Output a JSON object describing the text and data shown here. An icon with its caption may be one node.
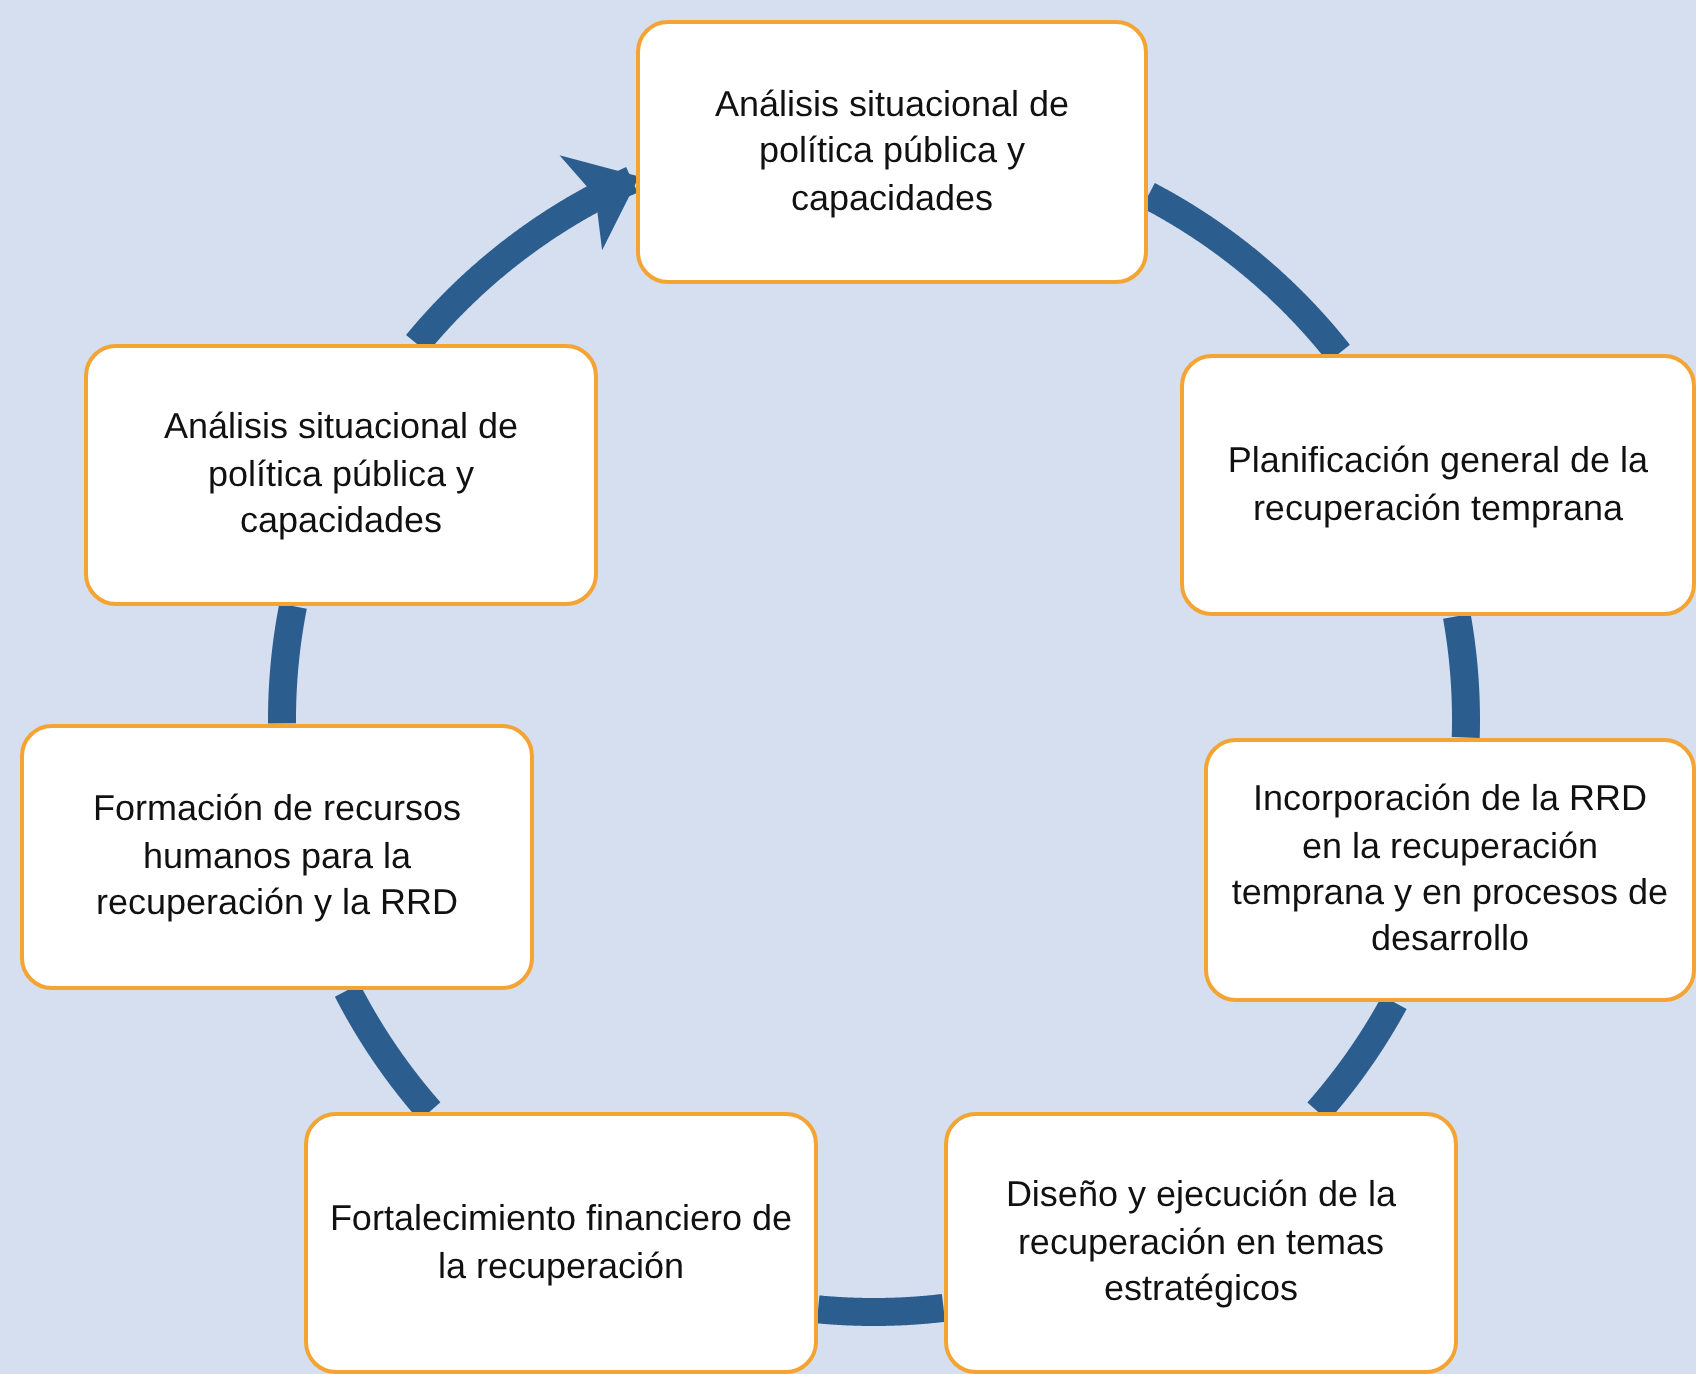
{
  "diagram": {
    "nodes": [
      {
        "text": [
          "Análisis situacional de política pública y capacidades"
        ]
      },
      {
        "text": [
          "Análisis situacional de política pública y capacidades"
        ]
      },
      {
        "text": [
          "Planificación general de la recuperación temprana"
        ]
      },
      {
        "text": [
          "Formación de recursos humanos para la recuperación y la RRD"
        ]
      },
      {
        "text": [
          "Incorporación de la RRD en la recuperación temprana y en procesos de desarrollo"
        ]
      },
      {
        "text": [
          "Fortalecimiento financiero de la recuperación"
        ]
      },
      {
        "text": [
          "Diseño y ejecución de la recuperación en temas estratégicos"
        ]
      }
    ],
    "edges": [
      {
        "from": 0,
        "to": 2,
        "arrow": "none"
      },
      {
        "from": 2,
        "to": 4,
        "arrow": "none"
      },
      {
        "from": 4,
        "to": 6,
        "arrow": "none"
      },
      {
        "from": 6,
        "to": 5,
        "arrow": "none"
      },
      {
        "from": 5,
        "to": 3,
        "arrow": "none"
      },
      {
        "from": 3,
        "to": 1,
        "arrow": "none"
      },
      {
        "from": 1,
        "to": 0,
        "arrow": "to"
      }
    ]
  }
}
